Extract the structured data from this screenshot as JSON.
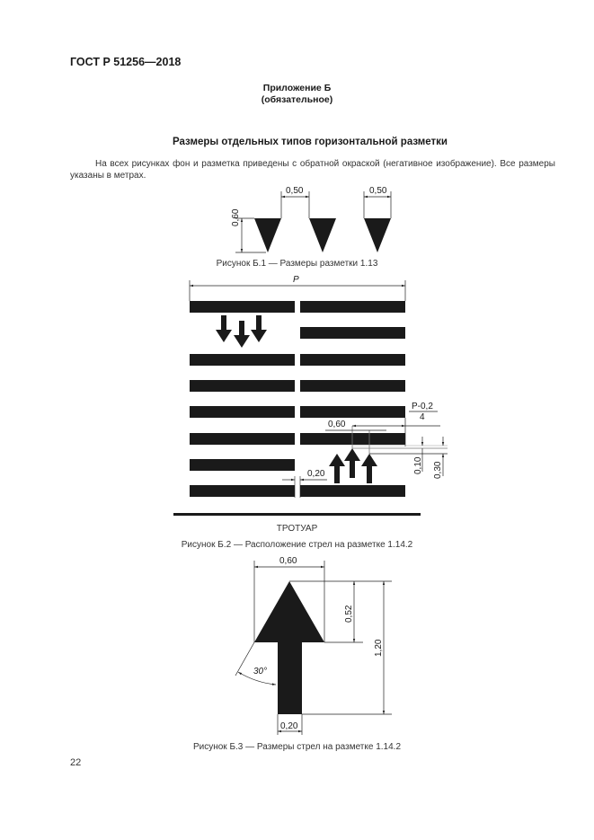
{
  "header": {
    "standard": "ГОСТ Р 51256—2018"
  },
  "annex": {
    "title": "Приложение Б",
    "status": "(обязательное)"
  },
  "section": {
    "title": "Размеры отдельных типов горизонтальной разметки",
    "paragraph": "На всех рисунках фон и разметка приведены с обратной окраской (негативное изображение). Все размеры указаны в метрах."
  },
  "figure1": {
    "caption": "Рисунок Б.1 — Размеры разметки 1.13",
    "dims": {
      "height": "0,60",
      "gap": "0,50",
      "width": "0,50"
    }
  },
  "figure2": {
    "caption": "Рисунок Б.2 — Расположение стрел на разметке 1.14.2",
    "sidewalk_label": "ТРОТУАР",
    "dims": {
      "total": "P",
      "fraction_num": "P-0,2",
      "fraction_den": "4",
      "arrow_spacing": "0,60",
      "gap": "0,20",
      "offset_small": "0,10",
      "offset_large": "0,30"
    }
  },
  "figure3": {
    "caption": "Рисунок Б.3 — Размеры стрел на разметке 1.14.2",
    "dims": {
      "head_width": "0,60",
      "head_height": "0,52",
      "total_height": "1,20",
      "shaft_width": "0,20",
      "angle": "30°"
    }
  },
  "footer": {
    "page_number": "22"
  }
}
